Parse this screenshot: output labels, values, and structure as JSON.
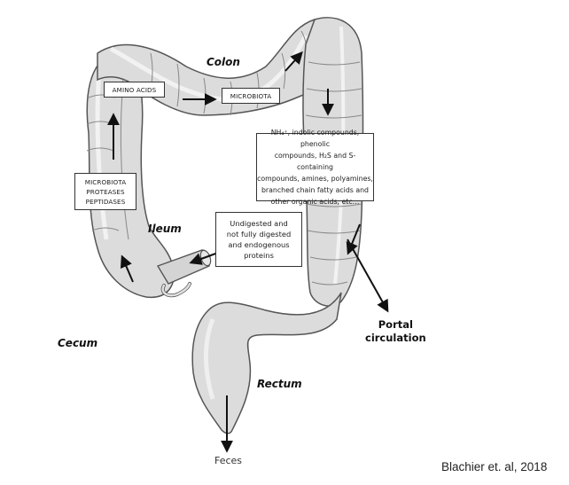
{
  "diagram": {
    "organs": {
      "colon": "Colon",
      "ileum": "Ileum",
      "cecum": "Cecum",
      "rectum": "Rectum"
    },
    "boxes": {
      "amino_acids": "AMINO ACIDS",
      "microbiota": "MICROBIOTA",
      "enzymes": [
        "MICROBIOTA",
        "PROTEASES",
        "PEPTIDASES"
      ],
      "proteins": [
        "Undigested and",
        "not fully digested",
        "and endogenous",
        "proteins"
      ],
      "metabolites": [
        "NH₄⁺, indolic compounds, phenolic",
        "compounds, H₂S and S-containing",
        "compounds, amines, polyamines,",
        "branched chain fatty acids and",
        "other organic acids, etc…"
      ]
    },
    "outputs": {
      "portal": [
        "Portal",
        "circulation"
      ],
      "feces": "Feces"
    },
    "citation": "Blachier et. al, 2018",
    "colors": {
      "tissue_fill": "#dcdcdc",
      "tissue_light": "#ececec",
      "outline": "#555555",
      "arrow": "#111111"
    }
  }
}
